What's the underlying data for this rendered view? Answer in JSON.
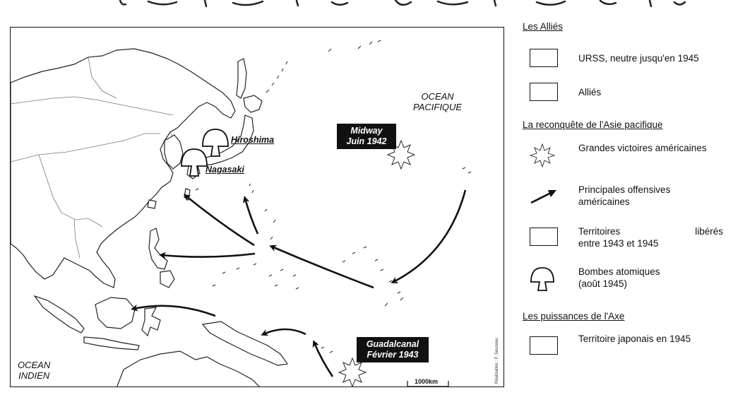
{
  "map": {
    "ocean_labels": {
      "pacific": "OCEAN\nPACIFIQUE",
      "indian": "OCEAN\nINDIEN"
    },
    "places": {
      "hiroshima": "Hiroshima",
      "nagasaki": "Nagasaki"
    },
    "battles": {
      "midway": "Midway\nJuin 1942",
      "guadalcanal": "Guadalcanal\nFévrier 1943"
    },
    "scale_label": "1000km",
    "credit": "Réalisation : F. Seuzeau"
  },
  "legend": {
    "allies_heading": "Les Alliés",
    "ussr": "URSS, neutre jusqu'en 1945",
    "allies": "Alliés",
    "reconquest_heading": "La reconquête de l'Asie pacifique",
    "victories": "Grandes victoires américaines",
    "offensives": "Principales offensives américaines",
    "liberated_line1": "Territoires libérés",
    "liberated_line2": "entre 1943 et 1945",
    "bombs_line1": "Bombes atomiques",
    "bombs_line2": "(août 1945)",
    "axis_heading": "Les puissances de l'Axe",
    "japan_territory": "Territoire japonais en 1945"
  }
}
